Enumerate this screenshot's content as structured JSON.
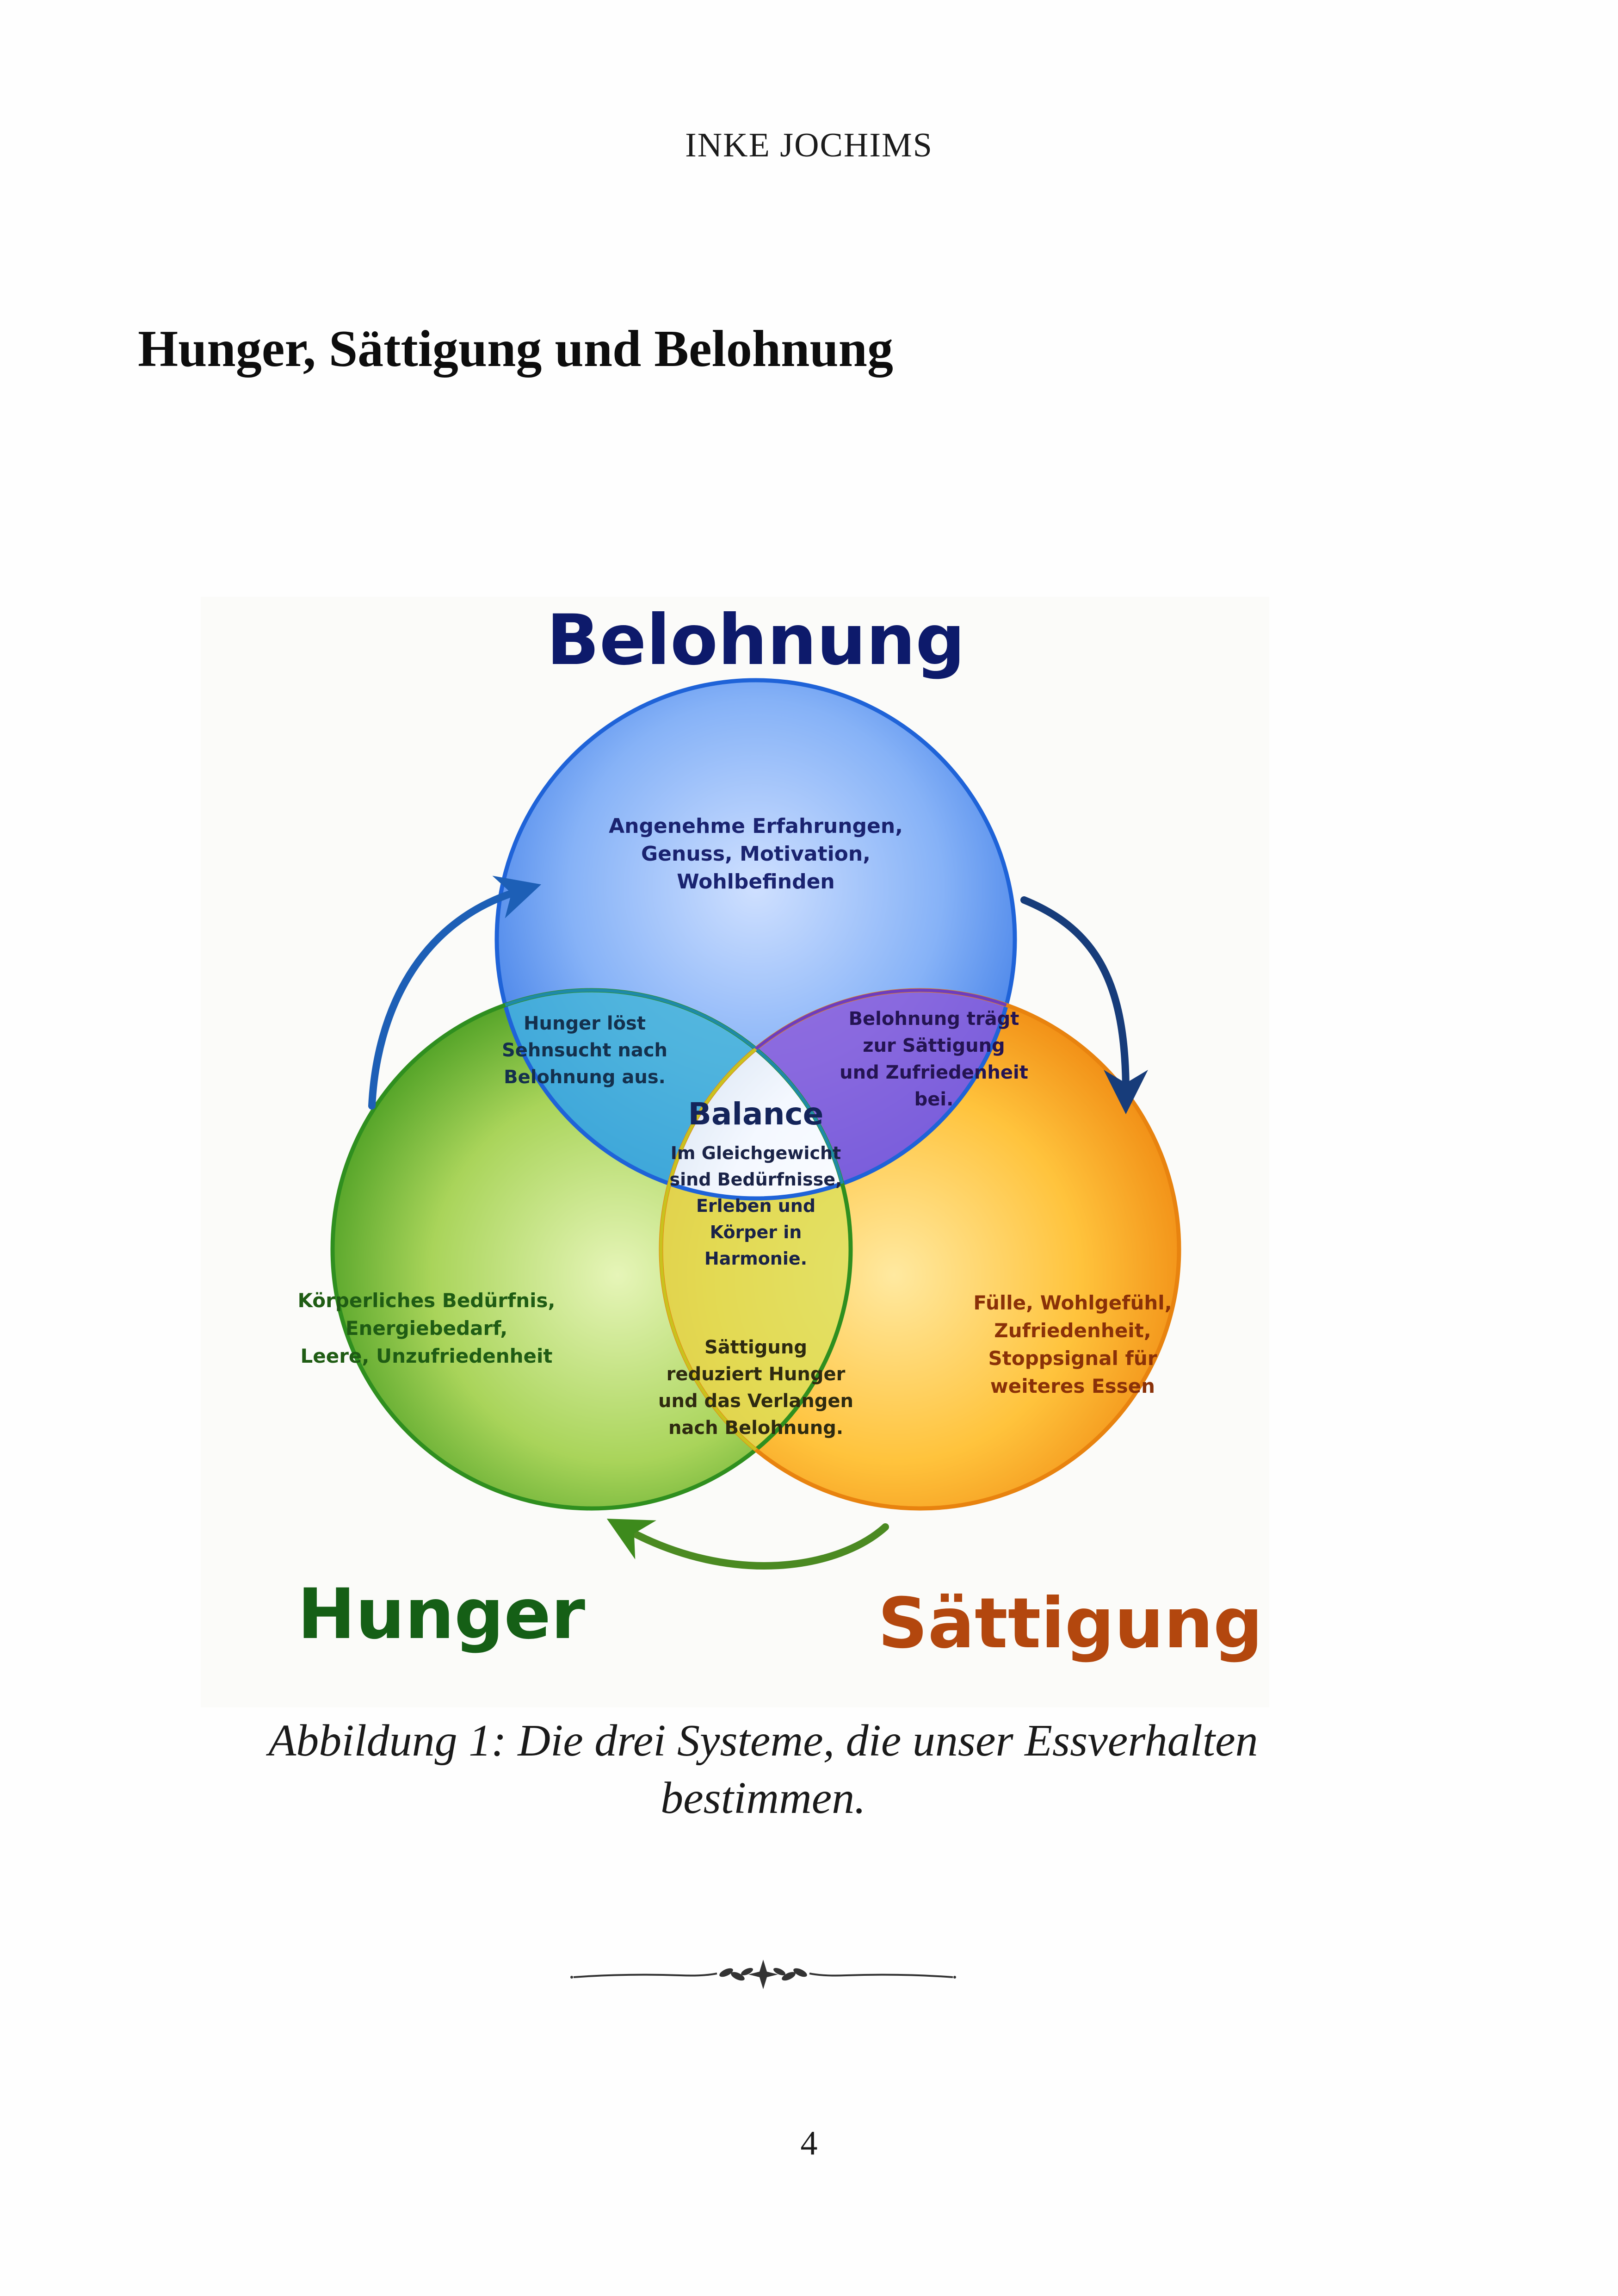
{
  "header": {
    "running_head": "INKE JOCHIMS"
  },
  "section": {
    "title": "Hunger, Sättigung und Belohnung"
  },
  "diagram": {
    "belohnung": {
      "title": "Belohnung",
      "lines": [
        "Angenehme Erfahrungen,",
        "Genuss, Motivation,",
        "Wohlbefinden"
      ],
      "color": "#0d1a6b"
    },
    "hunger": {
      "title": "Hunger",
      "lines": [
        "Körperliches Bedürfnis,",
        "Energiebedarf,",
        "Leere, Unzufriedenheit"
      ],
      "color": "#155f16"
    },
    "saettigung": {
      "title": "Sättigung",
      "lines": [
        "Fülle, Wohlgefühl,",
        "Zufriedenheit,",
        "Stoppsignal für",
        "weiteres Essen"
      ],
      "color": "#b3470e"
    },
    "hunger_belohnung": {
      "lines": [
        "Hunger löst",
        "Sehnsucht nach",
        "Belohnung aus."
      ]
    },
    "belohnung_saettigung": {
      "lines": [
        "Belohnung trägt",
        "zur Sättigung",
        "und Zufriedenheit",
        "bei."
      ]
    },
    "hunger_saettigung": {
      "lines": [
        "Sättigung",
        "reduziert Hunger",
        "und das Verlangen",
        "nach Belohnung."
      ]
    },
    "center": {
      "title": "Balance",
      "lines": [
        "Im Gleichgewicht",
        "sind Bedürfnisse,",
        "Erleben und",
        "Körper in",
        "Harmonie."
      ]
    }
  },
  "caption": {
    "lines": [
      "Abbildung 1: Die drei Systeme, die unser Essverhalten",
      "bestimmen."
    ]
  },
  "footer": {
    "page_number": "4"
  }
}
